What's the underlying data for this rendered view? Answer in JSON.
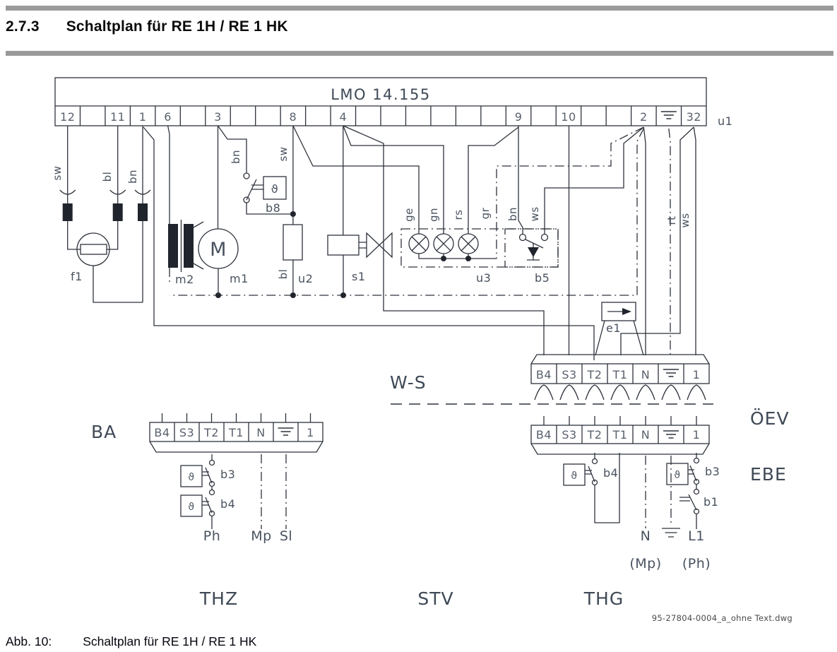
{
  "header": {
    "section_number": "2.7.3",
    "title": "Schaltplan für RE 1H / RE 1 HK"
  },
  "caption": {
    "label": "Abb. 10:",
    "text": "Schaltplan für RE 1H / RE 1 HK"
  },
  "footer": {
    "filename": "95-27804-0004_a_ohne Text.dwg"
  },
  "device": {
    "name": "LMO 14.155",
    "connector_label": "u1",
    "terminals": [
      "12",
      "",
      "11",
      "1",
      "6",
      "",
      "3",
      "",
      "",
      "8",
      "",
      "4",
      "",
      "",
      "",
      "",
      "",
      "",
      "9",
      "",
      "10",
      "",
      "",
      "2",
      "GND",
      "32"
    ]
  },
  "wire_labels": {
    "sw_left": "sw",
    "bl_left": "bl",
    "bn_left": "bn",
    "bn_b8": "bn",
    "sw_u2": "sw",
    "bl_u2": "bl",
    "ge": "ge",
    "gn": "gn",
    "rs": "rs",
    "gr": "gr",
    "bn_b5": "bn",
    "ws_b5": "ws",
    "rt_right": "rt",
    "ws_right": "ws"
  },
  "components": {
    "f1": "f1",
    "m2": "m2",
    "m1": "m1",
    "motor_letter": "M",
    "b8": "b8",
    "u2": "u2",
    "s1": "s1",
    "u3": "u3",
    "b5": "b5",
    "e1": "e1",
    "ba_b3": "b3",
    "ba_b4": "b4",
    "oev_b4": "b4",
    "oev_b3": "b3",
    "oev_b1": "b1",
    "thermo_glyph": "ϑ"
  },
  "strips": {
    "ws": {
      "section_label": "W-S",
      "terminals": [
        "B4",
        "S3",
        "T2",
        "T1",
        "N",
        "GND",
        "1"
      ]
    },
    "ba": {
      "section_label": "BA",
      "terminals": [
        "B4",
        "S3",
        "T2",
        "T1",
        "N",
        "GND",
        "1"
      ]
    },
    "oev": {
      "section_label": "ÖEV",
      "sub_label": "EBE",
      "terminals": [
        "B4",
        "S3",
        "T2",
        "T1",
        "N",
        "GND",
        "1"
      ]
    }
  },
  "bottom_labels": {
    "ph": "Ph",
    "mp": "Mp",
    "sl": "Sl",
    "n": "N",
    "l1": "L1",
    "mp_paren": "(Mp)",
    "ph_paren": "(Ph)"
  },
  "section_labels": {
    "thz": "THZ",
    "stv": "STV",
    "thg": "THG"
  }
}
